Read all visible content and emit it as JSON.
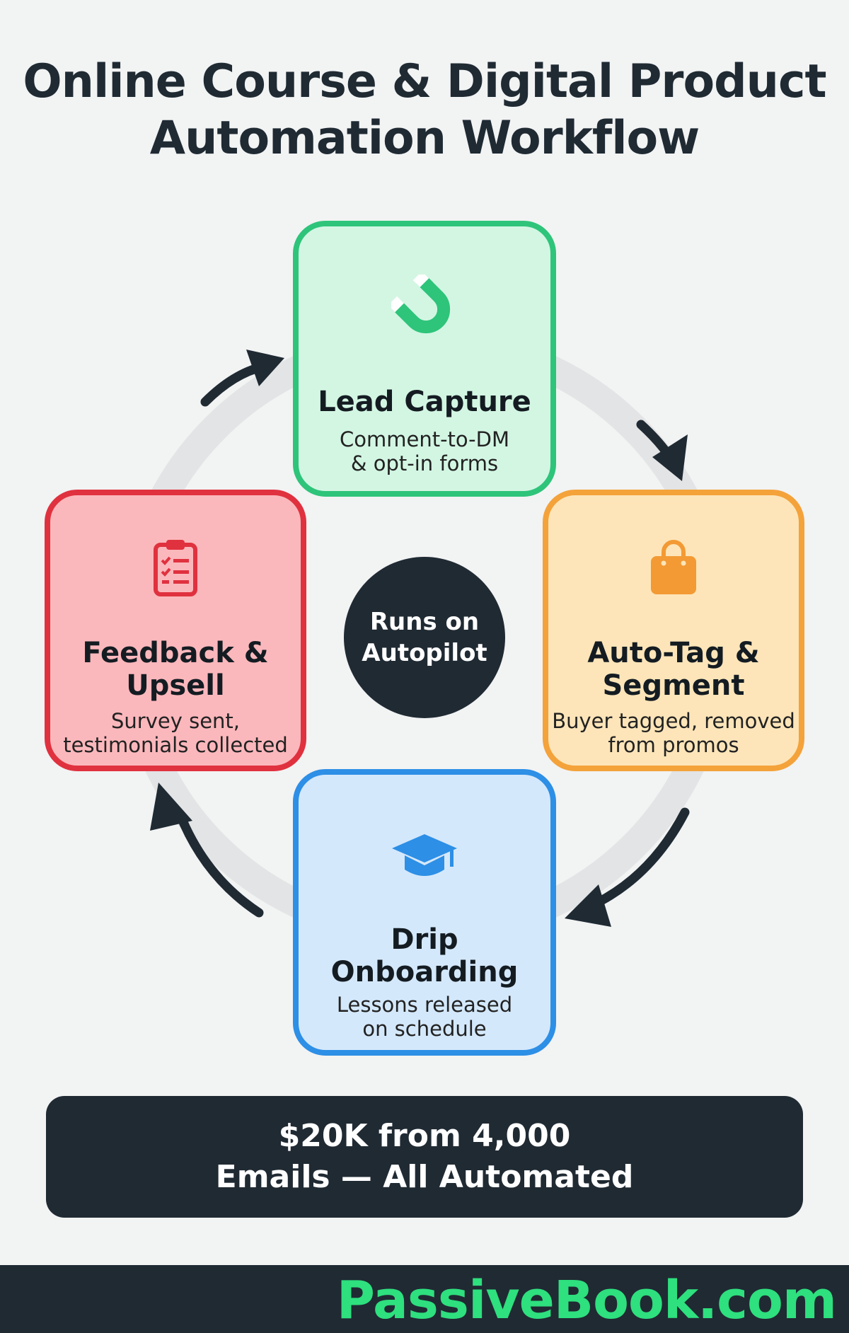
{
  "title": {
    "line1": "Online Course & Digital Product",
    "line2": "Automation Workflow"
  },
  "steps": {
    "lead": {
      "title": "Lead Capture",
      "desc": "Comment-to-DM\n& opt-in forms",
      "icon": "magnet-icon"
    },
    "auto": {
      "title_line1": "Auto-Tag &",
      "title_line2": "Segment",
      "desc": "Buyer tagged, removed\nfrom promos",
      "icon": "shopping-bag-icon"
    },
    "drip": {
      "title_line1": "Drip",
      "title_line2": "Onboarding",
      "desc": "Lessons released\non schedule",
      "icon": "graduation-cap-icon"
    },
    "feed": {
      "title_line1": "Feedback &",
      "title_line2": "Upsell",
      "desc": "Survey sent,\ntestimonials collected",
      "icon": "clipboard-checklist-icon"
    }
  },
  "center": {
    "line1": "Runs on",
    "line2": "Autopilot"
  },
  "banner": {
    "line1": "$20K from 4,000",
    "line2": "Emails — All Automated"
  },
  "footer": {
    "brand": "PassiveBook.com"
  },
  "colors": {
    "lead": "#2ec47a",
    "auto": "#f4a23a",
    "drip": "#2d8fe6",
    "feed": "#e0313f",
    "dark": "#202a33",
    "brand": "#2ee07e"
  }
}
